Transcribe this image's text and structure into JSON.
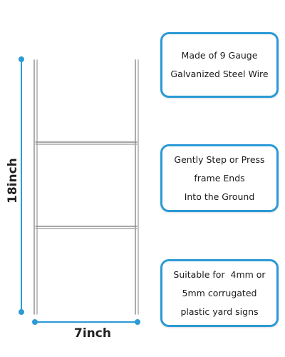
{
  "product": {
    "height_label": "18inch",
    "width_label": "7inch"
  },
  "callouts": [
    {
      "lines": [
        "Made of 9 Gauge",
        "Galvanized Steel Wire"
      ]
    },
    {
      "lines": [
        "Gently Step or Press",
        "frame Ends",
        "Into the Ground"
      ]
    },
    {
      "lines": [
        "Suitable for  4mm or",
        "5mm corrugated",
        "plastic yard signs"
      ]
    }
  ],
  "colors": {
    "accent": "#2B9AD6",
    "wire": "#8A8A8A",
    "text": "#1B1B1B"
  }
}
